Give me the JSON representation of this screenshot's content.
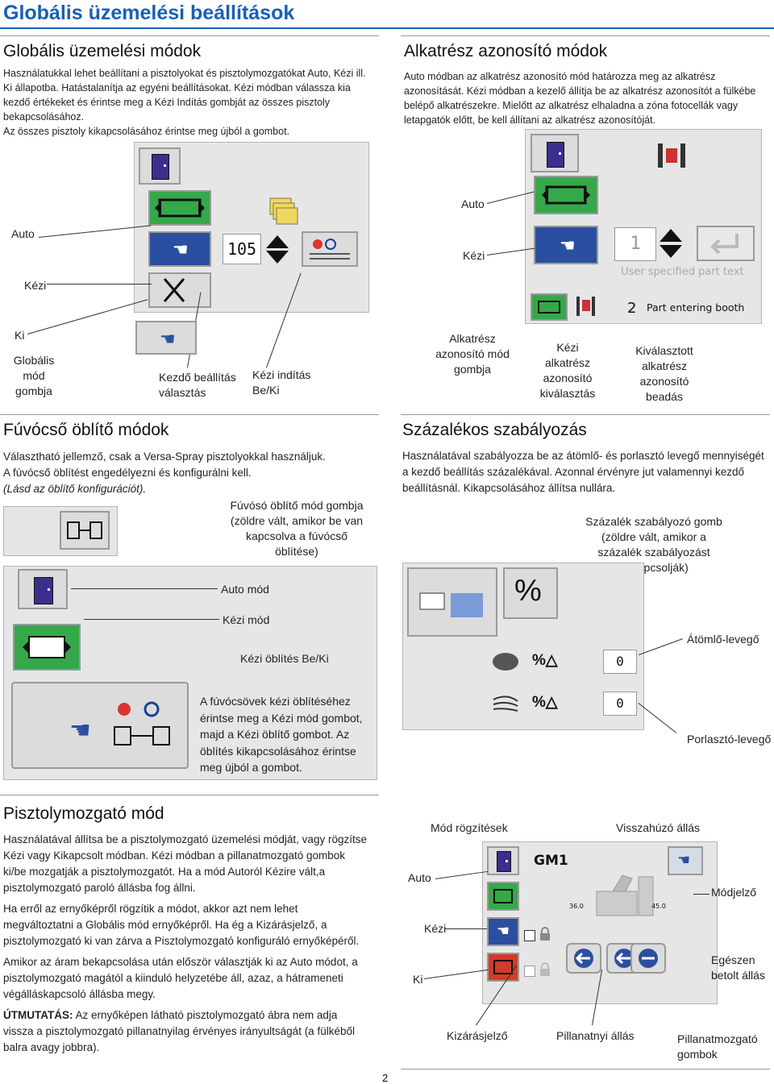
{
  "page_title": "Globális üzemelési beállítások",
  "s1": {
    "heading": "Globális üzemelési módok",
    "para": [
      "Használatukkal lehet beállítani a pisztolyokat és pisztolymozgatókat Auto, Kézi ill. Ki állapotba. Hatástalanítja az egyéni beállításokat. Kézi módban válassza kia kezdő értékeket és érintse meg a Kézi Indítás gombját az összes pisztoly bekapcsolásához.",
      "Az összes pisztoly kikapcsolásához érintse meg újból a gombot."
    ],
    "value_105": "105",
    "labels": {
      "auto": "Auto",
      "kezi": "Kézi",
      "ki": "Ki",
      "global_btn": "Globális mód gombja",
      "kezdo": "Kezdő beállítás választás",
      "kezi_inditas": "Kézi indítás Be/Ki"
    }
  },
  "s2": {
    "heading": "Alkatrész azonosító módok",
    "para": "Auto módban az alkatrész azonosító mód határozza meg az alkatrész azonosítását. Kézi módban a kezelő állítja be az alkatrész azonosítót a fülkébe belépő alkatrészekre. Mielőtt az alkatrész elhaladna a zóna fotocellák vagy letapgatók előtt, be kell állítani az alkatrész azonosítóját.",
    "field_value": "1",
    "field_placeholder": "User specified part text",
    "booth_num": "2",
    "booth_text": "Part entering booth",
    "labels": {
      "auto": "Auto",
      "kezi": "Kézi",
      "mode_btn": "Alkatrész azonosító mód gombja",
      "kezi_sel": "Kézi alkatrész azonosító kiválasztás",
      "selected": "Kiválasztott alkatrész azonosító beadás"
    }
  },
  "s3": {
    "heading": "Fúvócső öblítő módok",
    "para1": "Választható jellemző, csak a Versa-Spray pisztolyokkal használjuk.",
    "para2": "A fúvócső öblítést engedélyezni és konfigurálni kell.",
    "para3": "(Lásd az öblítő konfigurációt).",
    "callout": "Fúvósó öblítő mód gombja (zöldre vált, amikor be van kapcsolva a fúvócső öblítése)",
    "labels": {
      "auto": "Auto mód",
      "kezi": "Kézi mód",
      "kezi_obl": "Kézi öblítés Be/Ki"
    },
    "instr": "A fúvócsövek kézi öblítéséhez érintse meg a Kézi mód gombot, majd a Kézi öblítő gombot. Az öblítés kikapcsolásához érintse meg újból a gombot."
  },
  "s4": {
    "heading": "Százalékos szabályozás",
    "para": "Használatával szabályozza be az átömlő- és porlasztó levegő mennyiségét a kezdő beállítás százalékával. Azonnal érvényre jut valamennyi kezdő beállításnál. Kikapcsolásához állítsa nullára.",
    "callout": "Százalék szabályozó gomb (zöldre vált, amikor a százalék szabályozást bekapcsolják)",
    "percent": "%",
    "val1": "0",
    "val2": "0",
    "labels": {
      "atomlo": "Átömlő-levegő",
      "porlaszto": "Porlasztó-levegő"
    }
  },
  "s5": {
    "heading": "Pisztolymozgató mód",
    "p1": "Használatával állítsa be a pisztolymozgató üzemelési módját, vagy rögzítse Kézi vagy Kikapcsolt módban. Kézi módban a pillanatmozgató gombok ki/be mozgatják a pisztolymozgatót. Ha a mód Autoról Kézire vált,a pisztolymozgató paroló állásba fog állni.",
    "p2": "Ha erről az ernyőképről rögzítik a módot, akkor azt nem lehet megváltoztatni a Globális mód ernyőképről. Ha ég a Kizárásjelző, a pisztolymozgató ki van zárva a Pisztolymozgató konfiguráló ernyőképéről.",
    "p3": "Amikor az áram bekapcsolása után először választják ki az Auto módot, a pisztolymozgató magától a kiinduló helyzetébe áll, azaz, a hátrameneti végálláskapcsoló állásba megy.",
    "p4_bold": "ÚTMUTATÁS:",
    "p4": "Az ernyőképen látható pisztolymozgató ábra nem adja vissza a pisztolymozgató pillanatnyilag érvényes irányultságát (a fülkéből balra avagy jobbra).",
    "gm": "GM1",
    "pos_left": "36.0",
    "pos_right": "45.0",
    "labels": {
      "rogzites": "Mód rögzítések",
      "visszahuzo": "Visszahúzó állás",
      "auto": "Auto",
      "modjelzo": "Módjelző",
      "kezi": "Kézi",
      "egeszen": "Egészen betolt állás",
      "ki": "Ki",
      "kizaras": "Kizárásjelző",
      "pillanatnyi": "Pillanatnyi állás",
      "pillanat_gomb": "Pillanatmozgató gombok"
    }
  },
  "page_number": "2"
}
